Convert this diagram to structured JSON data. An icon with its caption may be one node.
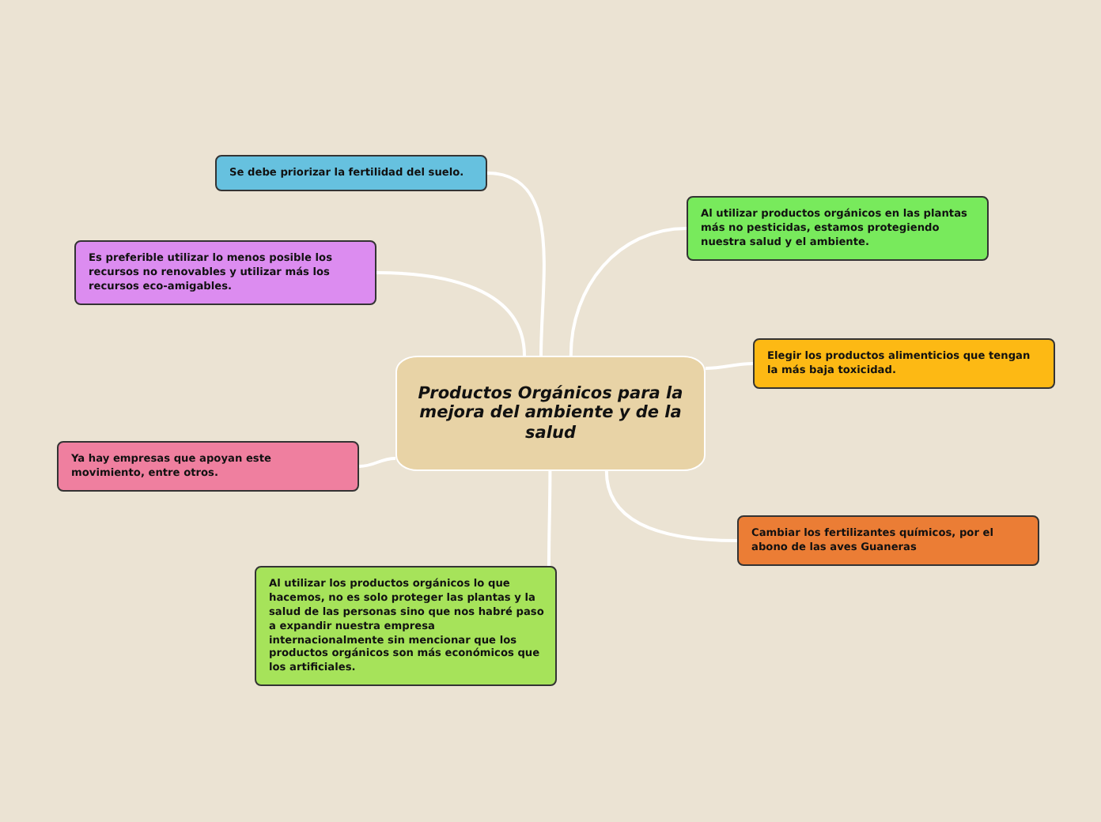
{
  "diagram": {
    "nodes": [
      {
        "text": [
          "Productos Orgánicos para la mejora del ambiente y de la salud"
        ]
      },
      {
        "text": [
          "Se debe priorizar la fertilidad del suelo."
        ]
      },
      {
        "text": [
          "Al utilizar productos orgánicos en las plantas más no pesticidas, estamos protegiendo nuestra salud y el ambiente."
        ]
      },
      {
        "text": [
          "Es preferible utilizar lo menos posible los recursos no renovables y utilizar más los recursos eco-amigables."
        ]
      },
      {
        "text": [
          "Elegir los productos alimenticios que tengan la más baja toxicidad."
        ]
      },
      {
        "text": [
          "Ya hay empresas que apoyan este movimiento, entre otros."
        ]
      },
      {
        "text": [
          "Cambiar los fertilizantes químicos, por el abono de las aves Guaneras"
        ]
      },
      {
        "text": [
          "Al utilizar los productos orgánicos lo que hacemos, no es solo proteger las plantas y la salud de las personas sino que nos habré paso a expandir nuestra empresa internacionalmente sin mencionar que los productos orgánicos son más económicos que los artificiales."
        ]
      }
    ],
    "edges": [
      {
        "from": 0,
        "to": 1,
        "arrow": "none"
      },
      {
        "from": 0,
        "to": 2,
        "arrow": "none"
      },
      {
        "from": 0,
        "to": 3,
        "arrow": "none"
      },
      {
        "from": 0,
        "to": 4,
        "arrow": "none"
      },
      {
        "from": 0,
        "to": 5,
        "arrow": "none"
      },
      {
        "from": 0,
        "to": 6,
        "arrow": "none"
      },
      {
        "from": 0,
        "to": 7,
        "arrow": "none"
      }
    ]
  }
}
